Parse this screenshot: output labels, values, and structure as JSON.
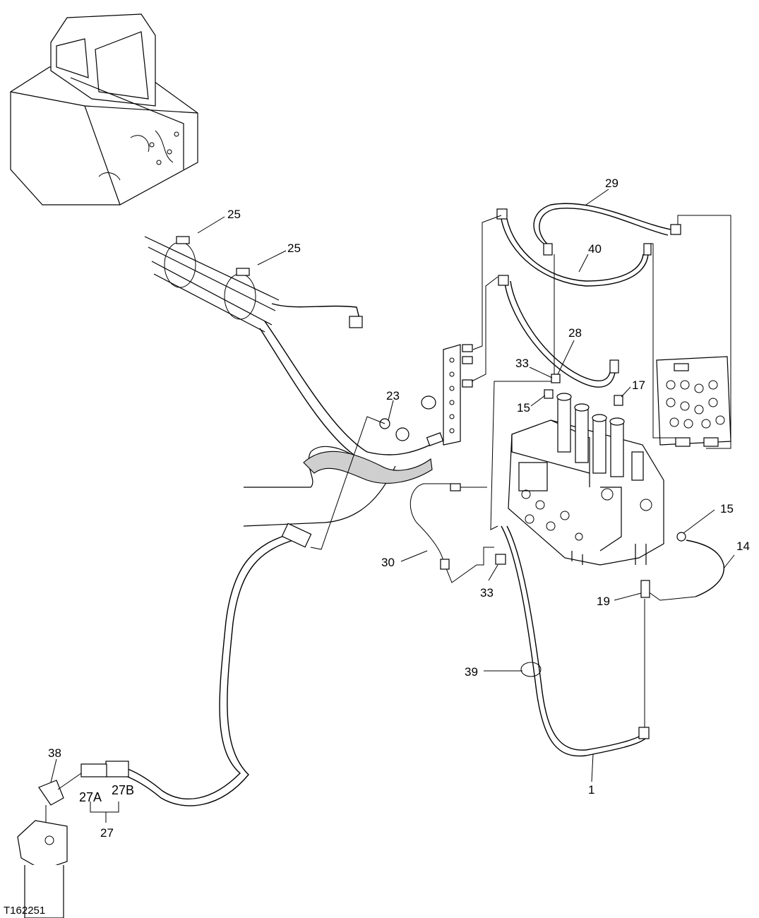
{
  "figure_id": "T162251",
  "callouts": {
    "c1": "1",
    "c14": "14",
    "c15a": "15",
    "c15b": "15",
    "c17": "17",
    "c19": "19",
    "c23": "23",
    "c25a": "25",
    "c25b": "25",
    "c27": "27",
    "c27A": "27A",
    "c27B": "27B",
    "c28": "28",
    "c29": "29",
    "c30": "30",
    "c33a": "33",
    "c33b": "33",
    "c38": "38",
    "c39": "39",
    "c40": "40"
  }
}
